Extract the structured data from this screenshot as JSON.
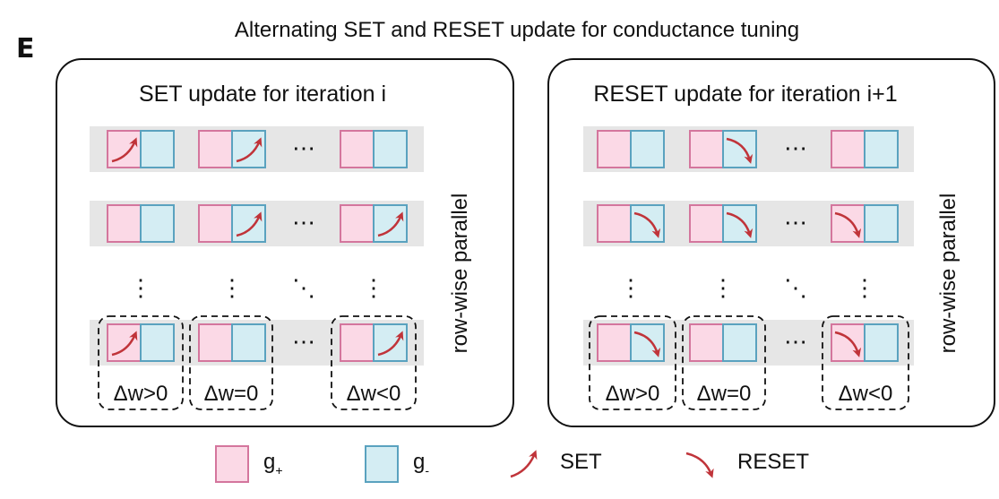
{
  "figure_label": "E",
  "title": "Alternating SET and RESET update for conductance tuning",
  "colors": {
    "g_plus_fill": "#fbd9e6",
    "g_plus_stroke": "#d4769d",
    "g_minus_fill": "#d4edf3",
    "g_minus_stroke": "#5aa2bf",
    "arrow": "#c0343a",
    "row_bg": "#e6e6e6"
  },
  "panels": [
    {
      "title": "SET update for iteration i",
      "side_label": "row-wise parallel",
      "delta_labels": [
        "Δw>0",
        "Δw=0",
        "Δw<0"
      ],
      "rows": [
        [
          "set-on-g-plus",
          "set-on-g-minus",
          "none"
        ],
        [
          "none",
          "set-on-g-minus",
          "set-on-g-minus"
        ],
        [
          "set-on-g-plus",
          "none",
          "set-on-g-minus"
        ]
      ]
    },
    {
      "title": "RESET update for iteration i+1",
      "side_label": "row-wise parallel",
      "delta_labels": [
        "Δw>0",
        "Δw=0",
        "Δw<0"
      ],
      "rows": [
        [
          "none",
          "reset-on-g-minus",
          "none"
        ],
        [
          "reset-on-g-minus",
          "reset-on-g-minus",
          "reset-on-g-plus"
        ],
        [
          "reset-on-g-minus",
          "none",
          "reset-on-g-plus"
        ]
      ]
    }
  ],
  "ellipsis": {
    "horizontal": "⋯",
    "vertical": "⋮",
    "diagonal": "⋱"
  },
  "legend": {
    "g_plus": {
      "base": "g",
      "sub": "+"
    },
    "g_minus": {
      "base": "g",
      "sub": "-"
    },
    "set": "SET",
    "reset": "RESET"
  }
}
